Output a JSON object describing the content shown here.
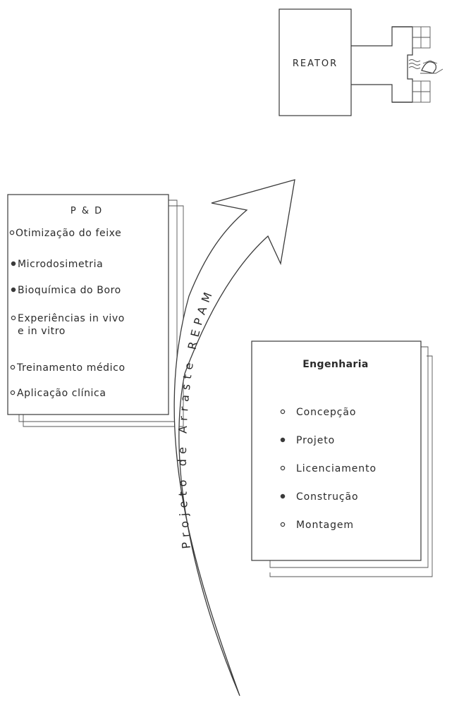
{
  "reactor": {
    "label": "REATOR"
  },
  "pd": {
    "title": "P & D",
    "items": [
      {
        "text": "Otimização do feixe"
      },
      {
        "text": "Microdosimetria"
      },
      {
        "text": "Bioquímica do Boro"
      },
      {
        "text": "Experiências in vivo",
        "text2": "e in vitro"
      },
      {
        "text": "Treinamento médico"
      },
      {
        "text": "Aplicação clínica"
      }
    ]
  },
  "engenharia": {
    "title": "Engenharia",
    "items": [
      {
        "text": "Concepção"
      },
      {
        "text": "Projeto"
      },
      {
        "text": "Licenciamento"
      },
      {
        "text": "Construção"
      },
      {
        "text": "Montagem"
      }
    ]
  },
  "arrow": {
    "label": "Projeto de Arraste REPAM"
  }
}
